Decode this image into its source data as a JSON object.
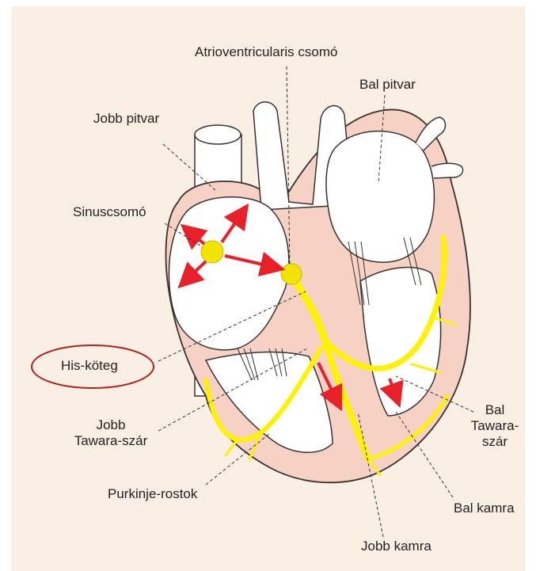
{
  "labels": {
    "av_node": "Atrioventricularis csomó",
    "left_atrium": "Bal pitvar",
    "right_atrium": "Jobb pitvar",
    "sinus_node": "Sinuscsomó",
    "his_bundle": "His-köteg",
    "right_bundle_branch_line1": "Jobb",
    "right_bundle_branch_line2": "Tawara-szár",
    "left_bundle_branch_line1": "Bal",
    "left_bundle_branch_line2": "Tawara-",
    "left_bundle_branch_line3": "szár",
    "purkinje": "Purkinje-rostok",
    "left_ventricle": "Bal kamra",
    "right_ventricle": "Jobb kamra"
  },
  "colors": {
    "background": "#f9efe2",
    "muscle": "#f6d2c4",
    "outline": "#3a3030",
    "conduction": "#fff200",
    "node": "#f2e600",
    "arrow": "#e8202a",
    "highlight_ellipse": "#b22024"
  }
}
